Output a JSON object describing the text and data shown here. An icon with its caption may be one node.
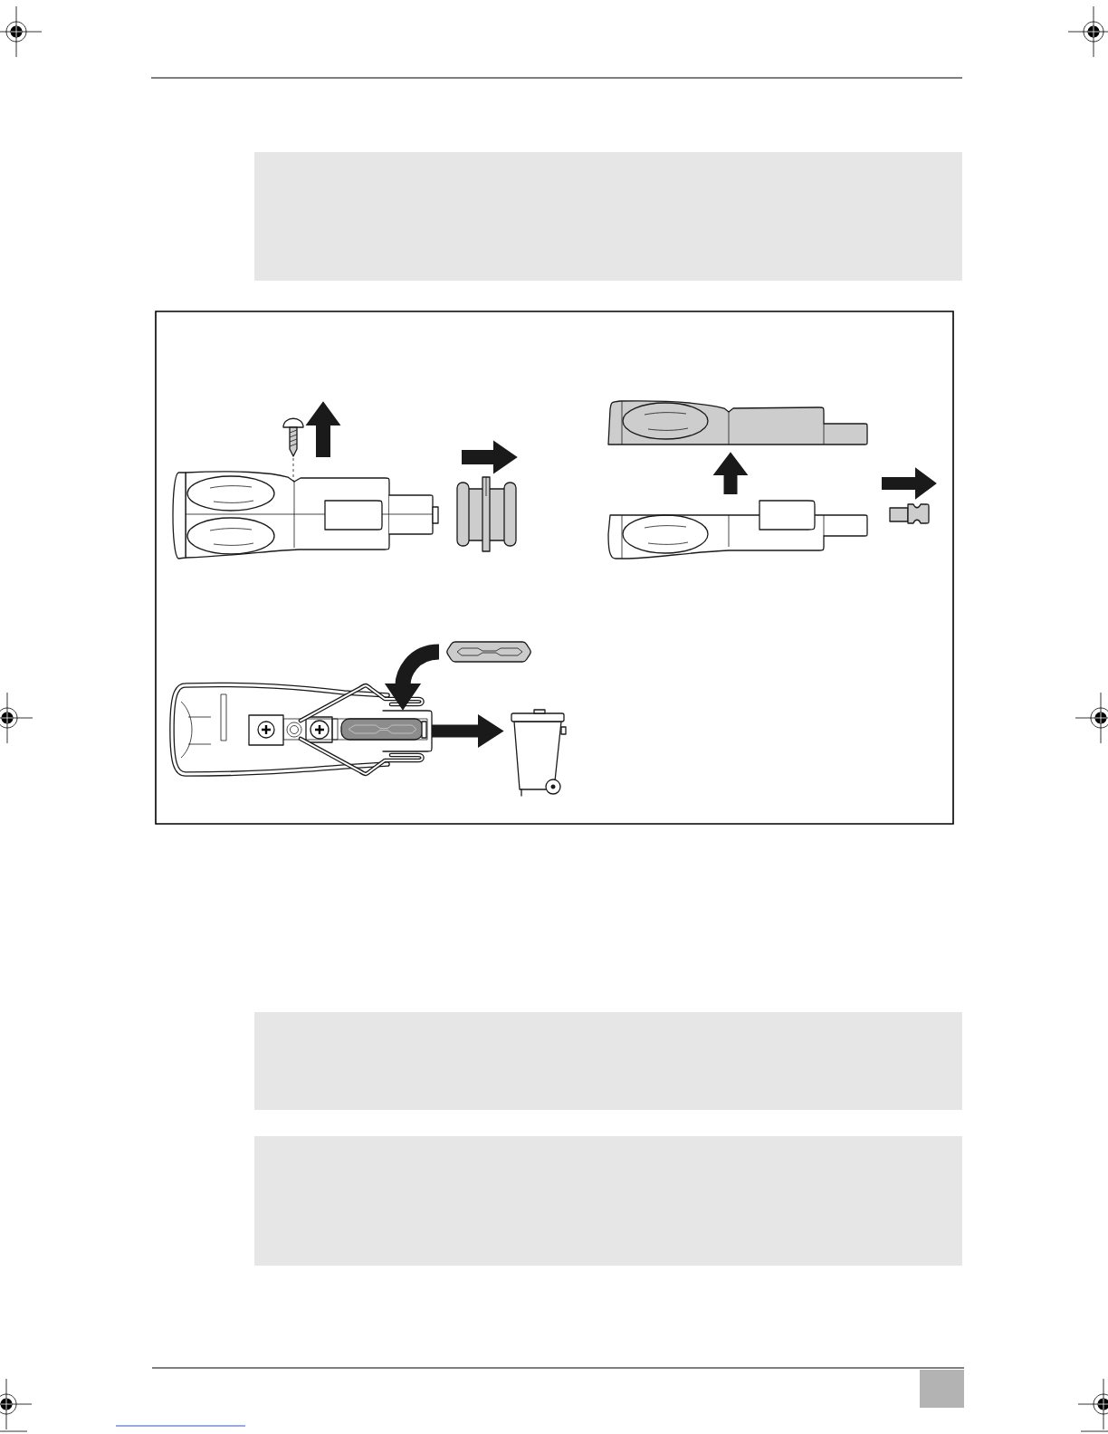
{
  "diagram": {
    "nodes": [
      {
        "text": [],
        "shape": "picture"
      },
      {
        "text": [],
        "shape": "picture"
      },
      {
        "text": [],
        "shape": "picture"
      },
      {
        "text": [],
        "shape": "picture"
      },
      {
        "text": [],
        "shape": "picture"
      }
    ],
    "edges": [
      {
        "from": 1,
        "to": 0,
        "arrow": "to"
      },
      {
        "from": 2,
        "to": 3,
        "arrow": "to"
      },
      {
        "from": 3,
        "to": 4,
        "arrow": "to"
      }
    ]
  }
}
